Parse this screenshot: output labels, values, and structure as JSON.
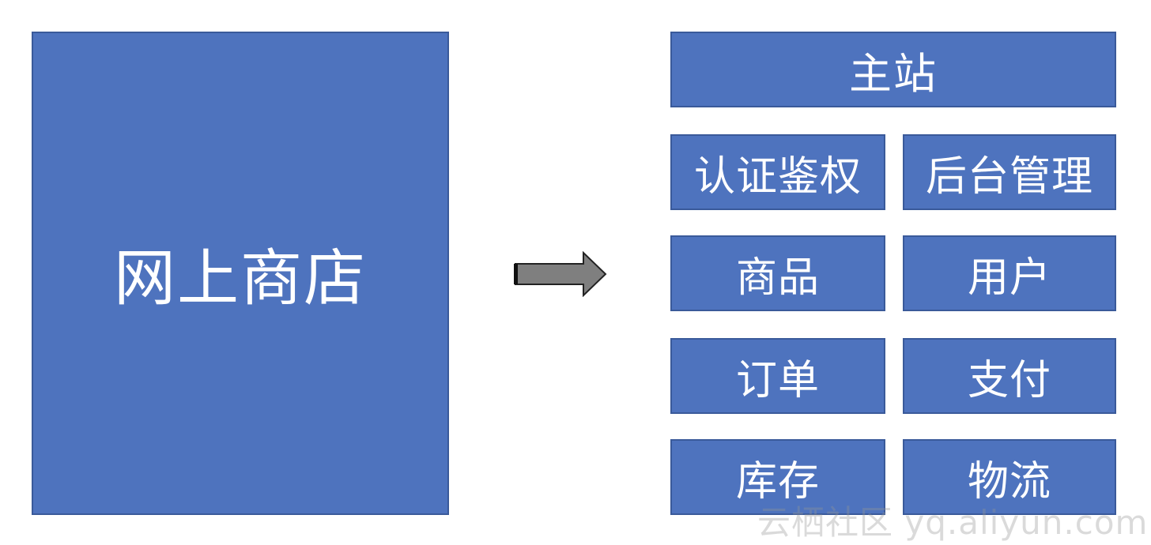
{
  "source": {
    "label": "网上商店"
  },
  "target": {
    "main": "主站",
    "modules": [
      "认证鉴权",
      "后台管理",
      "商品",
      "用户",
      "订单",
      "支付",
      "库存",
      "物流"
    ]
  },
  "watermark": "云栖社区 yq.aliyun.com",
  "colors": {
    "box_fill": "#4e73be",
    "box_border": "#3a5a9a",
    "box_text": "#ffffff",
    "arrow_fill": "#7f7f7f"
  }
}
